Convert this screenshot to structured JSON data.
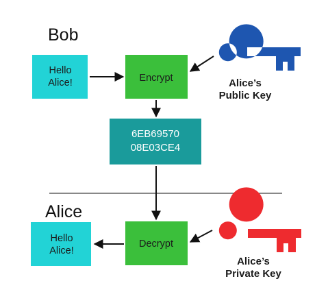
{
  "bob": {
    "title": "Bob",
    "message": {
      "line1": "Hello",
      "line2": "Alice!"
    },
    "encrypt_label": "Encrypt",
    "key_label": {
      "line1": "Alice’s",
      "line2": "Public Key"
    }
  },
  "ciphertext": {
    "line1": "6EB69570",
    "line2": "08E03CE4"
  },
  "alice": {
    "title": "Alice",
    "message": {
      "line1": "Hello",
      "line2": "Alice!"
    },
    "decrypt_label": "Decrypt",
    "key_label": {
      "line1": "Alice’s",
      "line2": "Private Key"
    }
  },
  "colors": {
    "message_box": "#22d3d6",
    "process_box": "#3bbf3b",
    "cipher_box": "#1a9b9b",
    "public_key": "#1e56b0",
    "private_key": "#ee2b2f"
  }
}
